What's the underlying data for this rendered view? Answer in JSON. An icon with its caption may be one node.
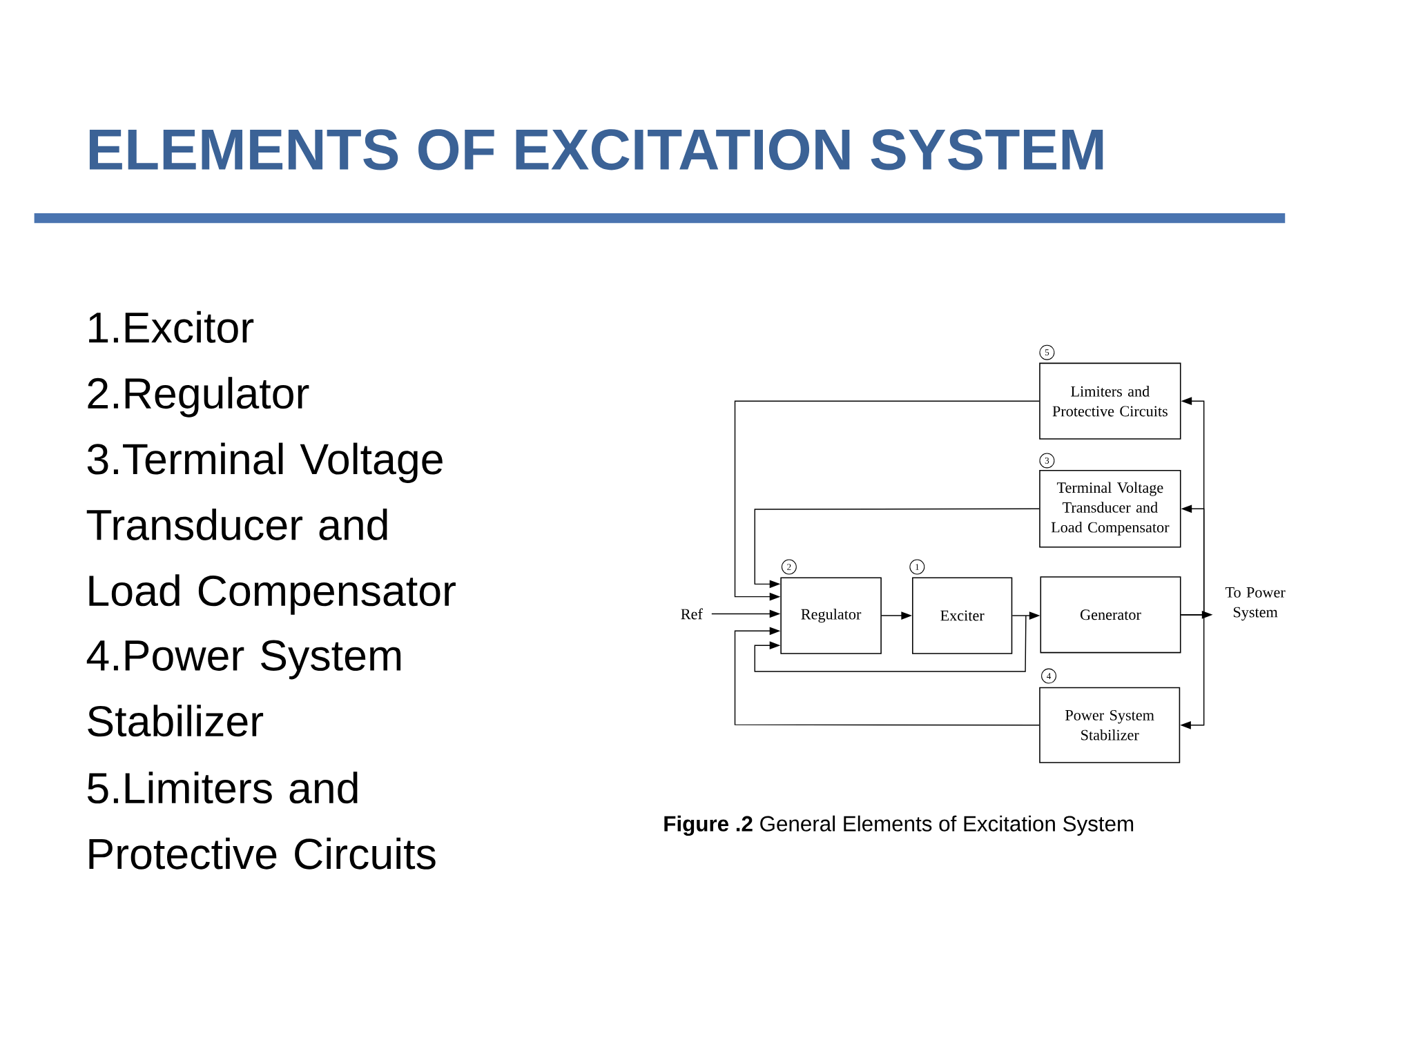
{
  "diagram": {
    "title": "ELEMENTS OF EXCITATION SYSTEM",
    "caption": "**Figure .2**  General Elements of Excitation System",
    "nodes": [
      {
        "text": [
          "Limiters and Protective Circuits"
        ],
        "beside": [
          "5"
        ]
      },
      {
        "text": [
          "Terminal Voltage Transducer and Load Compensator"
        ],
        "beside": [
          "3"
        ]
      },
      {
        "text": [
          "Regulator"
        ],
        "beside": [
          "2"
        ]
      },
      {
        "text": [
          "Exciter"
        ],
        "beside": [
          "1"
        ]
      },
      {
        "text": [
          "Generator"
        ]
      },
      {
        "text": [
          "Power System Stabilizer"
        ],
        "beside": [
          "4"
        ]
      },
      {
        "text": [
          "Ref"
        ]
      },
      {
        "text": [
          "To Power System"
        ]
      }
    ],
    "edges": [
      {
        "from": 0,
        "to": 2,
        "arrow": "to"
      },
      {
        "from": 1,
        "to": 2,
        "arrow": "to"
      },
      {
        "from": 6,
        "to": 2,
        "arrow": "to"
      },
      {
        "from": 5,
        "to": 2,
        "arrow": "to"
      },
      {
        "from": 3,
        "to": 2,
        "arrow": "to"
      },
      {
        "from": 2,
        "to": 3,
        "arrow": "to"
      },
      {
        "from": 3,
        "to": 4,
        "arrow": "to"
      },
      {
        "from": 4,
        "to": 7,
        "arrow": "to"
      },
      {
        "from": 4,
        "to": 0,
        "arrow": "to"
      },
      {
        "from": 4,
        "to": 1,
        "arrow": "to"
      },
      {
        "from": 4,
        "to": 5,
        "arrow": "to"
      }
    ],
    "labels": [
      "1.Excitor",
      "2.Regulator",
      "3.Terminal Voltage Transducer and Load Compensator",
      "4.Power System Stabilizer",
      "5.Limiters and Protective Circuits"
    ]
  }
}
